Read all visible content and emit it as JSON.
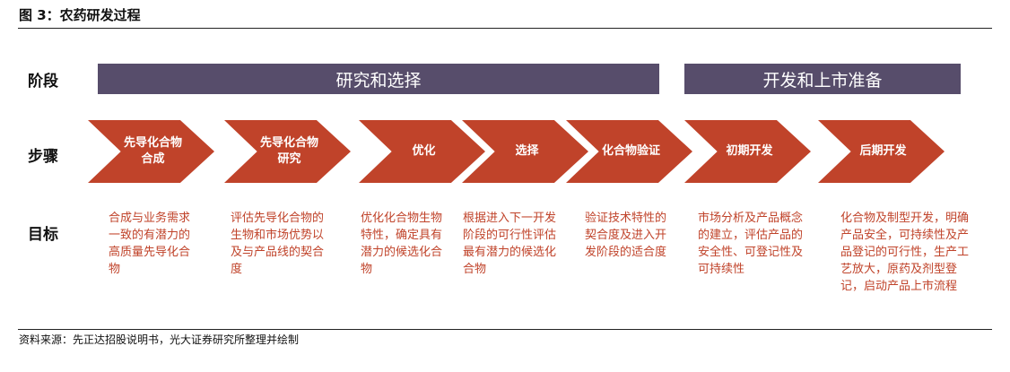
{
  "title": "图 3：农药研发过程",
  "row_labels": {
    "phase": "阶段",
    "steps": "步骤",
    "goals": "目标"
  },
  "phases": [
    {
      "label": "研究和选择"
    },
    {
      "label": "开发和上市准备"
    }
  ],
  "steps": [
    {
      "label": "先导化合物合成"
    },
    {
      "label": "先导化合物研究"
    },
    {
      "label": "优化"
    },
    {
      "label": "选择"
    },
    {
      "label": "化合物验证"
    },
    {
      "label": "初期开发"
    },
    {
      "label": "后期开发"
    }
  ],
  "goals": [
    {
      "text": "合成与业务需求一致的有潜力的高质量先导化合物"
    },
    {
      "text": "评估先导化合物的生物和市场优势以及与产品线的契合度"
    },
    {
      "text": "优化化合物生物特性，确定具有潜力的候选化合物"
    },
    {
      "text": "根据进入下一开发阶段的可行性评估最有潜力的候选化合物"
    },
    {
      "text": "验证技术特性的契合度及进入开发阶段的适合度"
    },
    {
      "text": "市场分析及产品概念的建立，评估产品的安全性、可登记性及可持续性"
    },
    {
      "text": "化合物及制型开发，明确产品安全，可持续性及产品登记的可行性，生产工艺放大，原药及剂型登记，启动产品上市流程"
    }
  ],
  "colors": {
    "phase_bar": "#574d6b",
    "arrow": "#c0432a",
    "goal_text": "#c0432a"
  },
  "source": "资料来源：先正达招股说明书，光大证券研究所整理并绘制"
}
